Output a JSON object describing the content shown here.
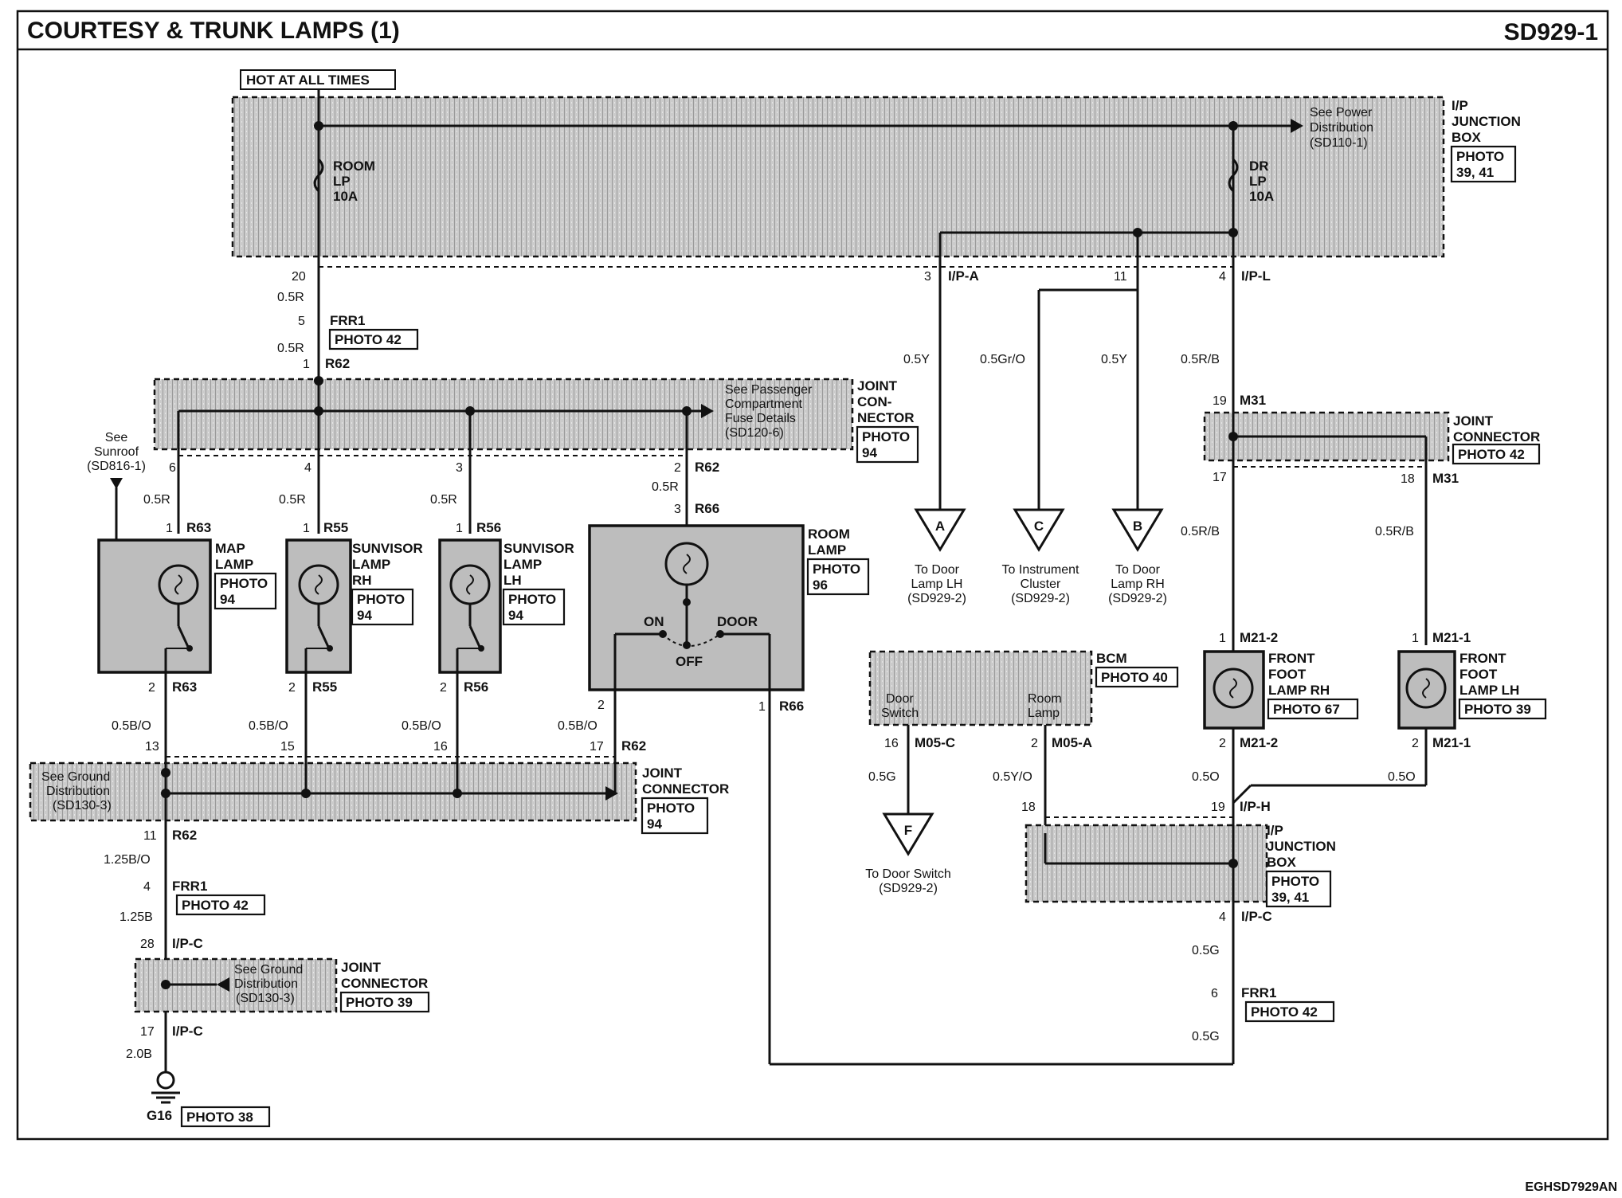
{
  "title": "COURTESY & TRUNK LAMPS (1)",
  "code": "SD929-1",
  "footer_code": "EGHSD7929AN",
  "hot_label": "HOT AT ALL TIMES",
  "ip_junction_top": {
    "name_lines": [
      "I/P",
      "JUNCTION",
      "BOX"
    ],
    "photo_lines": [
      "PHOTO",
      "39, 41"
    ],
    "power_note": [
      "See Power",
      "Distribution",
      "(SD110-1)"
    ],
    "fuse_room": [
      "ROOM",
      "LP",
      "10A"
    ],
    "fuse_dr": [
      "DR",
      "LP",
      "10A"
    ]
  },
  "labels": {
    "pin_20": "20",
    "w_05R_a": "0.5R",
    "pin_5": "5",
    "frr1_a": "FRR1",
    "photo42_a": "PHOTO 42",
    "w_05R_b": "0.5R",
    "pin_1_r62": "1",
    "r62_a": "R62",
    "pin_3_ipa": "3",
    "ipa": "I/P-A",
    "pin_11": "11",
    "pin_4_ipl": "4",
    "ipl": "I/P-L",
    "w_05Y_a": "0.5Y",
    "w_05GrO": "0.5Gr/O",
    "w_05Y_b": "0.5Y",
    "w_05RB_a": "0.5R/B",
    "pin_19_m31": "19",
    "m31_a": "M31",
    "pin_17_m31": "17",
    "pin_18_m31": "18",
    "m31_b": "M31",
    "w_05RB_b": "0.5R/B",
    "w_05RB_c": "0.5R/B",
    "pin_6": "6",
    "pin_4": "4",
    "pin_3": "3",
    "pin_2_r62": "2",
    "r62_b": "R62",
    "w_05R_c": "0.5R",
    "w_05R_d": "0.5R",
    "w_05R_e": "0.5R",
    "w_05R_f": "0.5R",
    "pin_1_r63": "1",
    "r63_a": "R63",
    "pin_1_r55": "1",
    "r55_a": "R55",
    "pin_1_r56": "1",
    "r56_a": "R56",
    "pin_3_r66": "3",
    "r66_a": "R66",
    "pin_2_r63": "2",
    "r63_b": "R63",
    "pin_2_r55": "2",
    "r55_b": "R55",
    "pin_2_r56": "2",
    "r56_b": "R56",
    "pin_2_r66": "2",
    "pin_1_r66": "1",
    "r66_b": "R66",
    "w_05BO_a": "0.5B/O",
    "w_05BO_b": "0.5B/O",
    "w_05BO_c": "0.5B/O",
    "w_05BO_d": "0.5B/O",
    "pin_13": "13",
    "pin_15": "15",
    "pin_16": "16",
    "pin_17": "17",
    "r62_c": "R62",
    "pin_11_r62": "11",
    "r62_d": "R62",
    "w_125BO": "1.25B/O",
    "pin_4_frr1": "4",
    "frr1_b": "FRR1",
    "photo42_b": "PHOTO 42",
    "w_125B": "1.25B",
    "pin_28": "28",
    "ipc_a": "I/P-C",
    "pin_17_ipc": "17",
    "ipc_b": "I/P-C",
    "w_20B": "2.0B",
    "g16": "G16",
    "photo38": "PHOTO 38",
    "pin_1_m212": "1",
    "m212_a": "M21-2",
    "pin_1_m211": "1",
    "m211_a": "M21-1",
    "pin_2_m212": "2",
    "m212_b": "M21-2",
    "pin_2_m211": "2",
    "m211_b": "M21-1",
    "w_05O_a": "0.5O",
    "w_05O_b": "0.5O",
    "pin_19_iph": "19",
    "iph": "I/P-H",
    "pin_18": "18",
    "w_05YO": "0.5Y/O",
    "pin_16_m05": "16",
    "m05c": "M05-C",
    "pin_2_m05": "2",
    "m05a": "M05-A",
    "w_05G_a": "0.5G",
    "pin_4_ipc": "4",
    "ipc_c": "I/P-C",
    "w_05G_b": "0.5G",
    "pin_6_frr1": "6",
    "frr1_c": "FRR1",
    "photo42_c": "PHOTO 42",
    "w_05G_c": "0.5G"
  },
  "joint_connector_r62_top": {
    "name_lines": [
      "JOINT",
      "CON-",
      "NECTOR"
    ],
    "photo_lines": [
      "PHOTO",
      "94"
    ],
    "note": [
      "See Passenger",
      "Compartment",
      "Fuse Details",
      "(SD120-6)"
    ]
  },
  "joint_connector_r62_bottom": {
    "name_lines": [
      "JOINT",
      "CONNECTOR"
    ],
    "photo_lines": [
      "PHOTO",
      "94"
    ],
    "note": [
      "See Ground",
      "Distribution",
      "(SD130-3)"
    ]
  },
  "joint_connector_ipc": {
    "name_lines": [
      "JOINT",
      "CONNECTOR"
    ],
    "photo": "PHOTO 39",
    "note": [
      "See Ground",
      "Distribution",
      "(SD130-3)"
    ]
  },
  "joint_connector_m31": {
    "name_lines": [
      "JOINT",
      "CONNECTOR"
    ],
    "photo": "PHOTO 42"
  },
  "sunroof_note": [
    "See",
    "Sunroof",
    "(SD816-1)"
  ],
  "devices": {
    "map_lamp": {
      "name_lines": [
        "MAP",
        "LAMP"
      ],
      "photo_lines": [
        "PHOTO",
        "94"
      ]
    },
    "sunvisor_rh": {
      "name_lines": [
        "SUNVISOR",
        "LAMP",
        "RH"
      ],
      "photo_lines": [
        "PHOTO",
        "94"
      ]
    },
    "sunvisor_lh": {
      "name_lines": [
        "SUNVISOR",
        "LAMP",
        "LH"
      ],
      "photo_lines": [
        "PHOTO",
        "94"
      ]
    },
    "room_lamp": {
      "name_lines": [
        "ROOM",
        "LAMP"
      ],
      "photo_lines": [
        "PHOTO",
        "96"
      ],
      "sw_on": "ON",
      "sw_door": "DOOR",
      "sw_off": "OFF"
    },
    "front_foot_rh": {
      "name_lines": [
        "FRONT",
        "FOOT",
        "LAMP RH"
      ],
      "photo": "PHOTO 67"
    },
    "front_foot_lh": {
      "name_lines": [
        "FRONT",
        "FOOT",
        "LAMP LH"
      ],
      "photo": "PHOTO 39"
    },
    "bcm": {
      "name": "BCM",
      "photo": "PHOTO 40",
      "pin_a_lines": [
        "Door",
        "Switch"
      ],
      "pin_b_lines": [
        "Room",
        "Lamp"
      ]
    },
    "ip_junction_bottom": {
      "name_lines": [
        "I/P",
        "JUNCTION",
        "BOX"
      ],
      "photo_lines": [
        "PHOTO",
        "39, 41"
      ]
    }
  },
  "offpage": [
    {
      "letter": "A",
      "lines": [
        "To Door",
        "Lamp LH",
        "(SD929-2)"
      ]
    },
    {
      "letter": "C",
      "lines": [
        "To Instrument",
        "Cluster",
        "(SD929-2)"
      ]
    },
    {
      "letter": "B",
      "lines": [
        "To Door",
        "Lamp RH",
        "(SD929-2)"
      ]
    },
    {
      "letter": "F",
      "lines": [
        "To Door Switch",
        "(SD929-2)"
      ]
    }
  ]
}
